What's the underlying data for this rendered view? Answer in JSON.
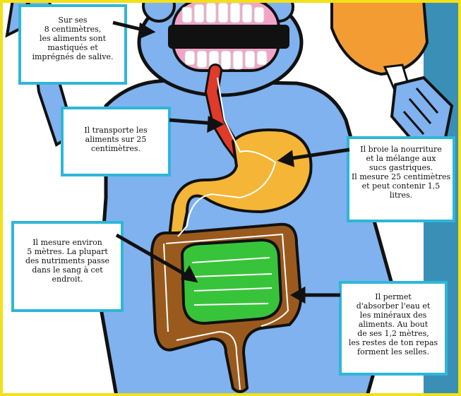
{
  "callouts": {
    "mouth": "Sur ses\n8 centimètres,\nles aliments sont\nmastiqués et\nimprégnés de salive.",
    "esophagus": "Il transporte les\naliments sur 25\ncentimètres.",
    "stomach": "Il broie la nourriture\net la mélange aux\nsucs gastriques.\nIl mesure 25 centimètres\net peut contenir 1,5\nlitres.",
    "small_intestine": "Il mesure environ\n5 mètres. La plupart\ndes nutriments passe\ndans le sang à cet\nendroit.",
    "large_intestine": "Il permet\nd'absorber l'eau et\nles minéraux des\naliments. Au bout\nde ses 1,2 mètres,\nles restes de ton repas\nforment les selles."
  },
  "colors": {
    "frame": "#f2e01a",
    "sky": "#ffffff",
    "body": "#7fb2ee",
    "outline": "#111111",
    "mouth": "#111111",
    "gums": "#f4a3c8",
    "esophagus": "#e03a2a",
    "stomach": "#f5b536",
    "small_intestine": "#38c43a",
    "large_intestine": "#9a5a1e",
    "callout_border": "#2fb6d8",
    "path_line": "#ffffff",
    "drumstick": "#f39c34",
    "right_panel": "#3a8fb6"
  }
}
